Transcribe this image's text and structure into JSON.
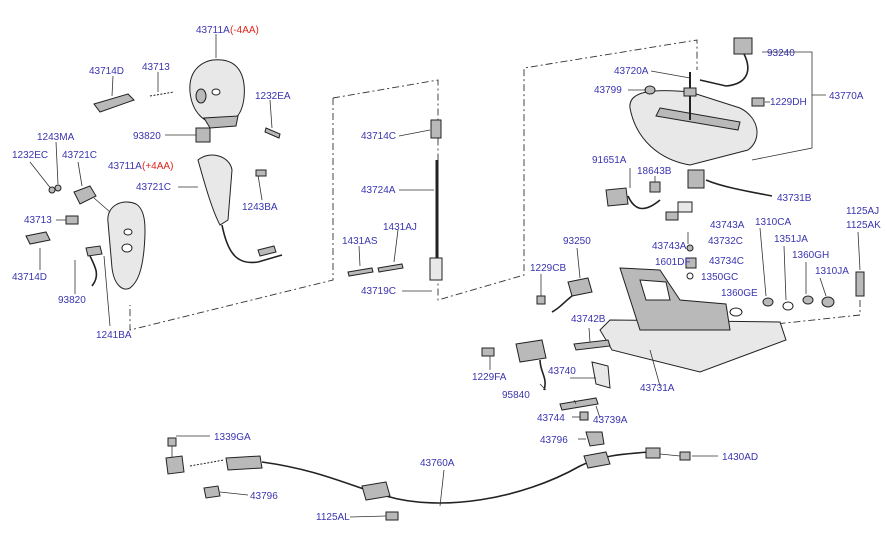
{
  "labels": {
    "p43711A_minus": "43711A",
    "p43711A_minus_note": "(-4AA)",
    "p43713_top": "43713",
    "p43714D_top": "43714D",
    "p1232EA": "1232EA",
    "p93820_top": "93820",
    "p1243MA": "1243MA",
    "p1232EC": "1232EC",
    "p43721C_left": "43721C",
    "p43711A_plus": "43711A",
    "p43711A_plus_note": "(+4AA)",
    "p43721C_mid": "43721C",
    "p1243BA": "1243BA",
    "p43713_left": "43713",
    "p43714D_left": "43714D",
    "p93820_left": "93820",
    "p1241BA": "1241BA",
    "p43714C": "43714C",
    "p43724A": "43724A",
    "p1431AS": "1431AS",
    "p1431AJ": "1431AJ",
    "p43719C": "43719C",
    "p43720A": "43720A",
    "p43799": "43799",
    "p93240": "93240",
    "p1229DH": "1229DH",
    "p43770A": "43770A",
    "p91651A": "91651A",
    "p18643B": "18643B",
    "p43731B": "43731B",
    "p43743A_a": "43743A",
    "p43743A_b": "43743A",
    "p1310CA": "1310CA",
    "p43732C": "43732C",
    "p1351JA": "1351JA",
    "p1601DF": "1601DF",
    "p43734C": "43734C",
    "p1360GH": "1360GH",
    "p1350GC": "1350GC",
    "p1310JA": "1310JA",
    "p1360GE": "1360GE",
    "p1125AJ": "1125AJ",
    "p1125AK": "1125AK",
    "p93250": "93250",
    "p1229CB": "1229CB",
    "p43742B": "43742B",
    "p1229FA": "1229FA",
    "p43740": "43740",
    "p95840": "95840",
    "p43731A": "43731A",
    "p43744": "43744",
    "p43739A": "43739A",
    "p43796_right": "43796",
    "p1339GA": "1339GA",
    "p43760A": "43760A",
    "p1430AD": "1430AD",
    "p43796_left": "43796",
    "p1125AL": "1125AL"
  },
  "colors": {
    "label": "#3a34b0",
    "label_note": "#e0241b",
    "line": "#333333"
  }
}
